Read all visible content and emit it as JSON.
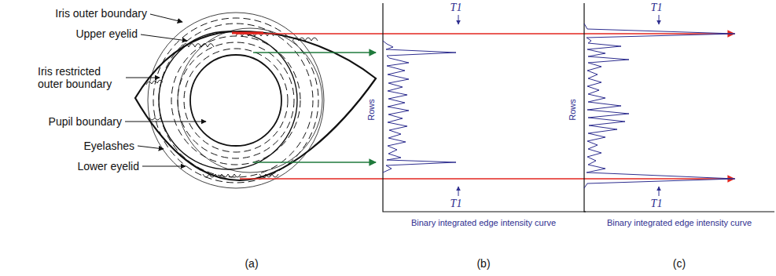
{
  "diagram": {
    "labels": [
      "Iris outer boundary",
      "Upper eyelid",
      "Iris restricted outer boundary",
      "Pupil boundary",
      "Eyelashes",
      "Lower eyelid",
      "Rows",
      "T1",
      "T1",
      "Binary integrated edge intensity curve",
      "Rows",
      "T1",
      "T1",
      "Binary integrated edge intensity curve",
      "(a)",
      "(b)",
      "(c)"
    ]
  }
}
